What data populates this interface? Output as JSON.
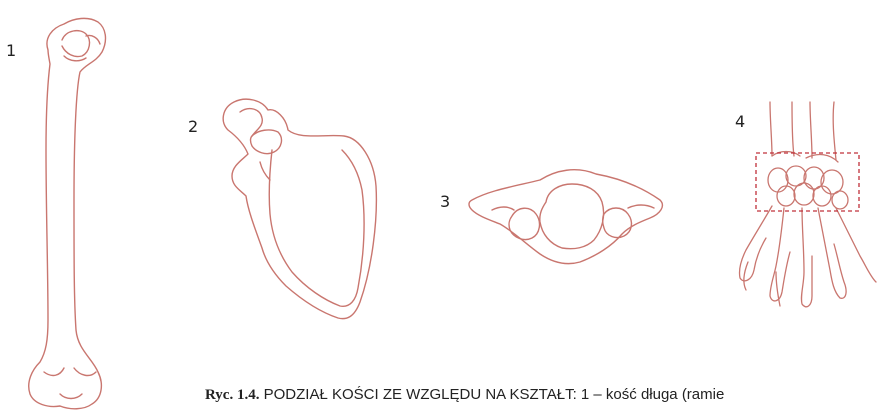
{
  "labels": {
    "one": "1",
    "two": "2",
    "three": "3",
    "four": "4"
  },
  "caption": {
    "lead": "Ryc. 1.4.",
    "text": " PODZIAŁ KOŚCI ZE WZGLĘDU NA KSZTAŁT: 1 – kość długa (ramie"
  },
  "colors": {
    "bone_outline": "#c9766f",
    "highlight_box": "#c0303a",
    "text": "#222222"
  }
}
